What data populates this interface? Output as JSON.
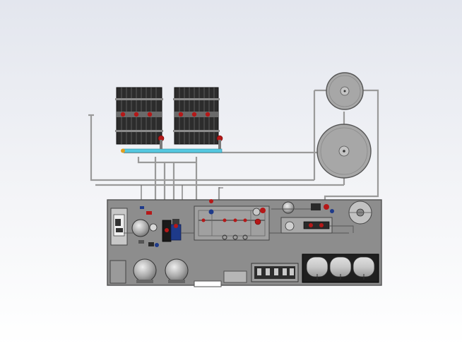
{
  "scene": {
    "colors": {
      "background_top": "#e3e6ee",
      "background_bottom": "#ffffff",
      "skid_fill": "#8d8d8d",
      "frame": "#6a6a6a",
      "membrane_stack": "#2c2c2c",
      "stack_plate": "#5a5a5a",
      "valve_red": "#b51818",
      "manifold_cyan": "#55c8e0",
      "tank_fill": "#a7a7a7",
      "pump_blue": "#1e3a8a",
      "pipe_grey": "#9a9a9a"
    },
    "components": {
      "stacks": [
        "stack-1",
        "stack-2"
      ],
      "storage_tanks": [
        "tank-small",
        "tank-large"
      ],
      "skid_spheres": [
        "sphere-left",
        "sphere-right"
      ],
      "bottom_cylinders": [
        "cyl-1",
        "cyl-2",
        "cyl-3"
      ]
    }
  }
}
